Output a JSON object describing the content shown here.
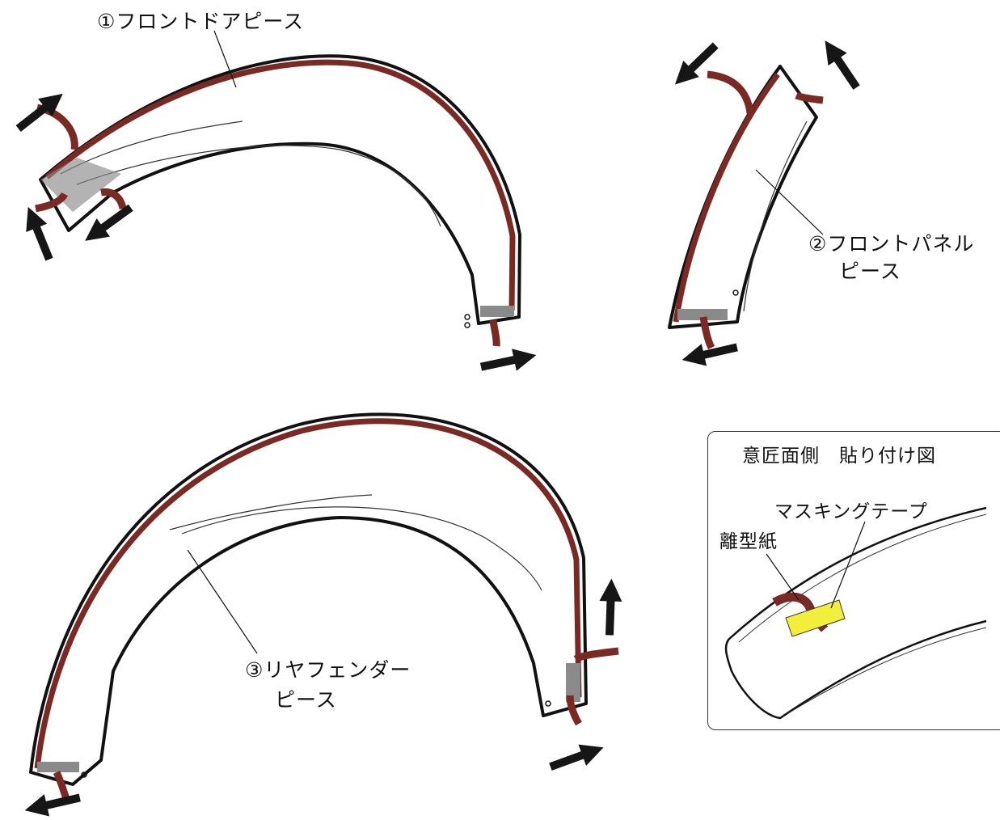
{
  "labels": {
    "front_door": "①フロントドアピース",
    "front_panel_line1": "②フロントパネル",
    "front_panel_line2": "ピース",
    "rear_fender_line1": "③リヤフェンダー",
    "rear_fender_line2": "ピース"
  },
  "inset": {
    "title": "意匠面側　貼り付け図",
    "masking_tape": "マスキングテープ",
    "release_paper": "離型紙"
  },
  "colors": {
    "tape": "#7a2a24",
    "outline": "#111111",
    "arrow": "#161616",
    "masking": "#f2ef3a",
    "gray_pad": "#8a8a8a"
  }
}
